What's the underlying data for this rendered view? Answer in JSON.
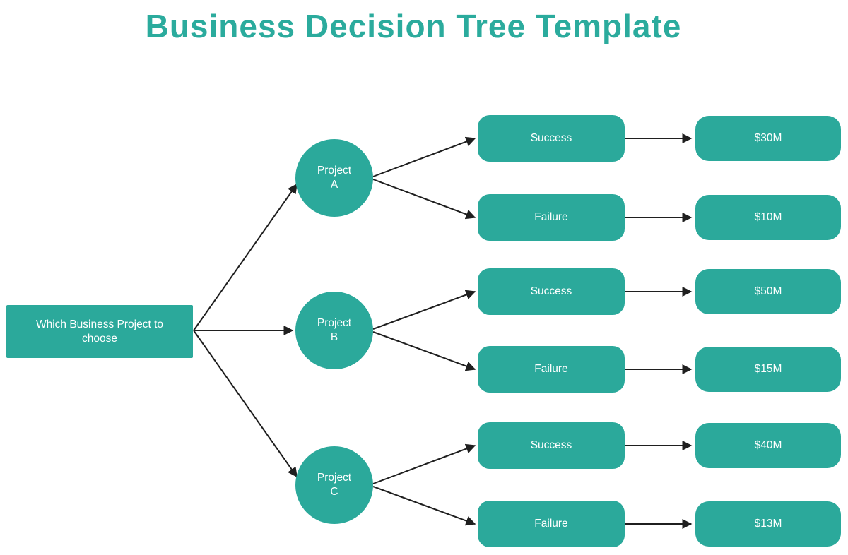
{
  "title": "Business Decision Tree Template",
  "root": {
    "label": "Which Business Project to choose",
    "lines": [
      "Which Business Project to",
      "choose"
    ]
  },
  "branches": [
    {
      "name": "Project A",
      "node_lines": [
        "Project",
        "A"
      ],
      "outcomes": [
        {
          "label": "Success",
          "payoff": "$30M"
        },
        {
          "label": "Failure",
          "payoff": "$10M"
        }
      ]
    },
    {
      "name": "Project B",
      "node_lines": [
        "Project",
        "B"
      ],
      "outcomes": [
        {
          "label": "Success",
          "payoff": "$50M"
        },
        {
          "label": "Failure",
          "payoff": "$15M"
        }
      ]
    },
    {
      "name": "Project C",
      "node_lines": [
        "Project",
        "C"
      ],
      "outcomes": [
        {
          "label": "Success",
          "payoff": "$40M"
        },
        {
          "label": "Failure",
          "payoff": "$13M"
        }
      ]
    }
  ],
  "colors": {
    "node_fill": "#2ba99b",
    "title_text": "#2bab9d",
    "node_text": "#ffffff",
    "arrow": "#1f1f1f",
    "background": "#ffffff"
  }
}
